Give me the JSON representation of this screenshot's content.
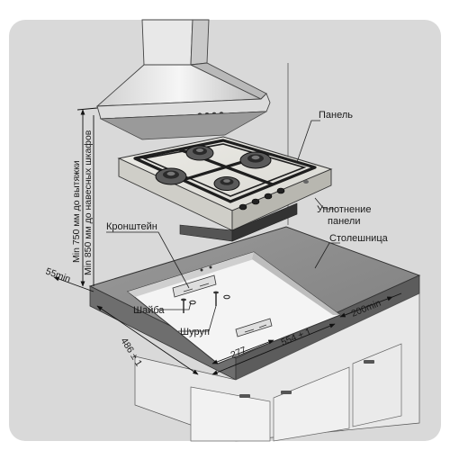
{
  "labels": {
    "panel": "Панель",
    "seal_line1": "Уплотнение",
    "seal_line2": "панели",
    "countertop": "Столешница",
    "bracket": "Кронштейн",
    "washer": "Шайба",
    "screw": "Шуруп"
  },
  "dimensions": {
    "hood_min": "Min 750 мм до вытяжки",
    "cabinet_min": "Min 850 мм до навесных шкафов",
    "front_margin": "55min",
    "side_margin": "200min",
    "cutout_depth": "486 ± 1",
    "cutout_width": "554 ± 1",
    "bracket_offset": "277"
  },
  "colors": {
    "background": "#d9d9d9",
    "countertop": "#8a8a8a",
    "glass": "#e4e4e0",
    "hood": "#ececec",
    "cabinet": "#f4f4f4"
  }
}
